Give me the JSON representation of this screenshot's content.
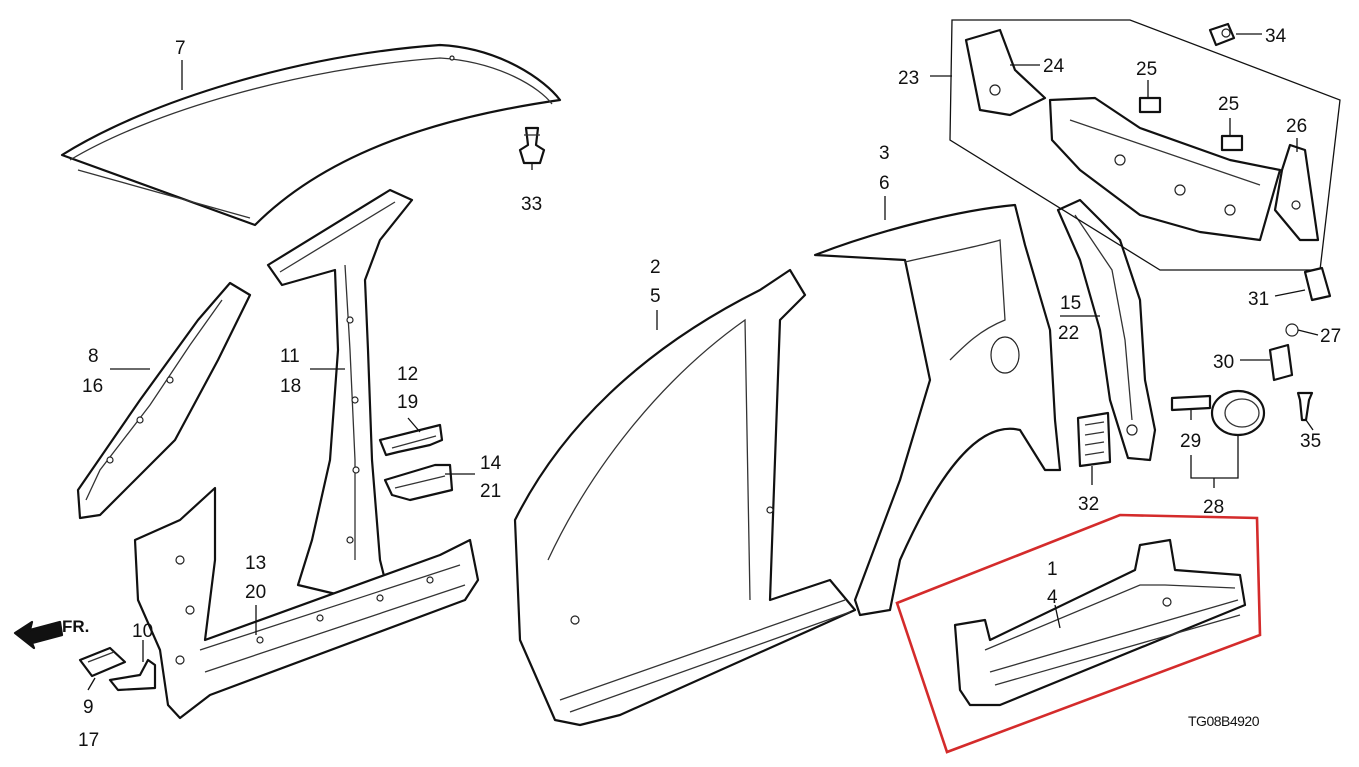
{
  "diagram": {
    "callouts": {
      "c1": "1",
      "c2": "2",
      "c3": "3",
      "c4": "4",
      "c5": "5",
      "c6": "6",
      "c7": "7",
      "c8": "8",
      "c9": "9",
      "c10": "10",
      "c11": "11",
      "c12": "12",
      "c13": "13",
      "c14": "14",
      "c15": "15",
      "c16": "16",
      "c17": "17",
      "c18": "18",
      "c19": "19",
      "c20": "20",
      "c21": "21",
      "c22": "22",
      "c23": "23",
      "c24": "24",
      "c25a": "25",
      "c25b": "25",
      "c26": "26",
      "c27": "27",
      "c28": "28",
      "c29": "29",
      "c30": "30",
      "c31": "31",
      "c32": "32",
      "c33": "33",
      "c34": "34",
      "c35": "35"
    },
    "front_label": "FR.",
    "diagram_code": "TG08B4920",
    "colors": {
      "highlight": "#d42b2b",
      "line": "#111111"
    }
  }
}
